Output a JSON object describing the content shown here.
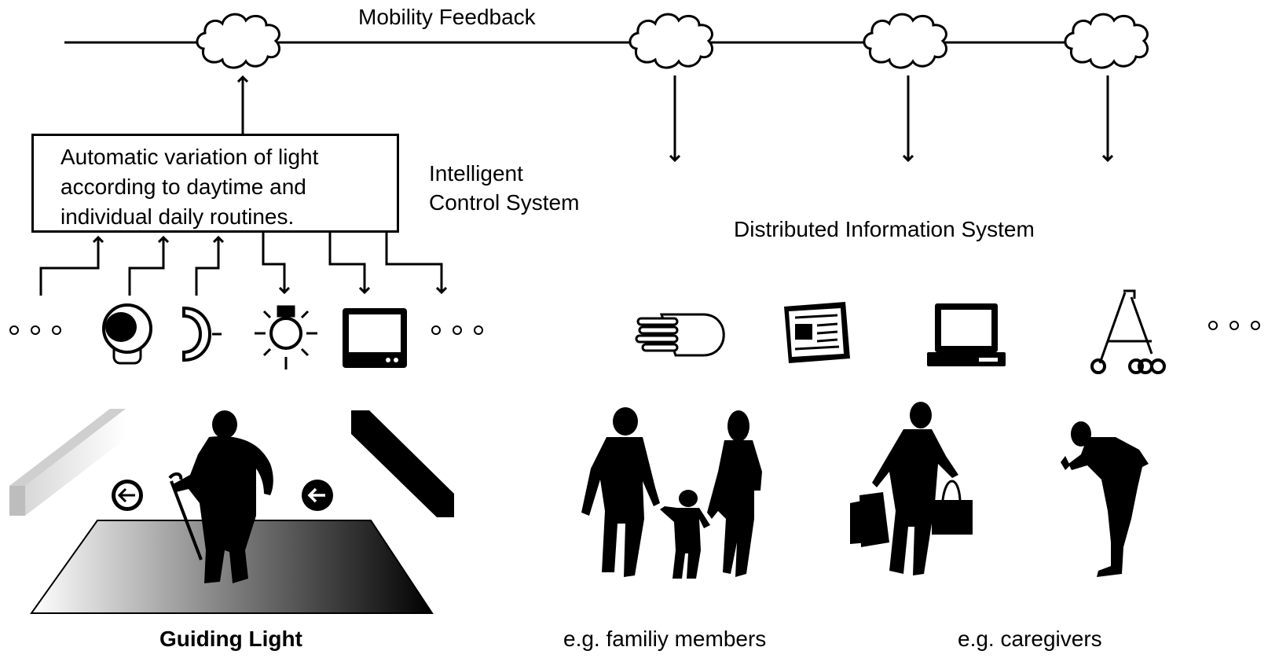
{
  "labels": {
    "mobility_feedback": "Mobility Feedback",
    "box_text": "Automatic variation of light according to daytime and individual daily routines.",
    "intelligent_line1": "Intelligent",
    "intelligent_line2": "Control System",
    "distributed": "Distributed Information System",
    "guiding_light": "Guiding Light",
    "family": "e.g. familiy members",
    "caregivers": "e.g. caregivers"
  },
  "icons": {
    "left_row": [
      "ellipsis-icon",
      "motion-sensor-icon",
      "presence-sensor-icon",
      "light-bulb-icon",
      "display-icon",
      "ellipsis-icon"
    ],
    "right_row": [
      "hand-icon",
      "newspaper-icon",
      "computer-icon",
      "rollator-icon",
      "ellipsis-icon"
    ],
    "scene": [
      "light-bar-icon",
      "corridor-floor-icon",
      "elderly-woman-with-cane-icon",
      "arrow-left-icon"
    ],
    "people": [
      "family-silhouette-icon",
      "man-with-bags-silhouette-icon",
      "caregiver-with-phone-silhouette-icon"
    ]
  },
  "colors": {
    "ink": "#000000",
    "paper": "#ffffff"
  }
}
